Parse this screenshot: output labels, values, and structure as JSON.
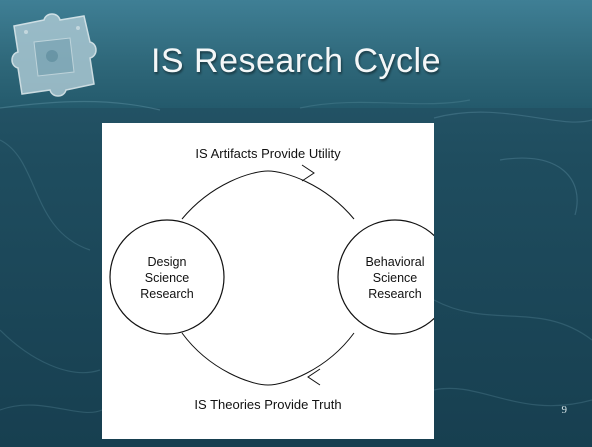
{
  "slide": {
    "title": "IS Research Cycle",
    "page_number": "9"
  },
  "diagram": {
    "top_arrow_label": "IS Artifacts Provide Utility",
    "bottom_arrow_label": "IS Theories Provide Truth",
    "left_node": {
      "line1": "Design",
      "line2": "Science",
      "line3": "Research"
    },
    "right_node": {
      "line1": "Behavioral",
      "line2": "Science",
      "line3": "Research"
    }
  },
  "colors": {
    "background": "#1f4d5f",
    "header": "#3f7f95",
    "title_text": "#f4f7f8"
  },
  "icons": {
    "logo": "puzzle-piece-icon"
  }
}
